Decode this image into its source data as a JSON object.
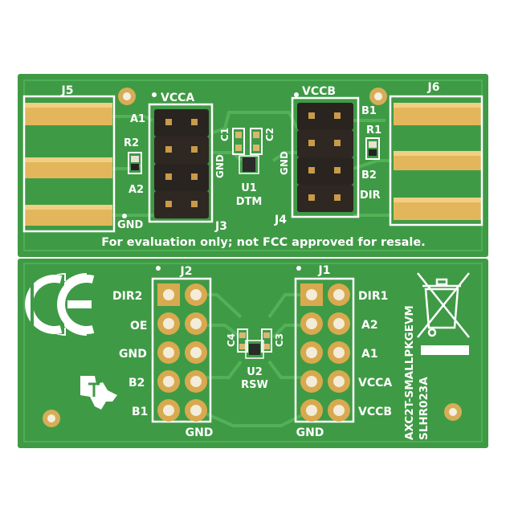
{
  "colors": {
    "board": "#3f9a45",
    "board_dark": "#2f7f36",
    "trace": "#4aa84f",
    "gold": "#e0b35a",
    "gold_dark": "#b98a36",
    "silkscreen": "#ffffff",
    "header": "#2a2420",
    "background": "#ffffff"
  },
  "icons": [
    "ce-mark-icon",
    "weee-bin-icon",
    "ti-logo-icon"
  ],
  "top_board": {
    "labels": {
      "j5": "J5",
      "j6": "J6",
      "vcca": "VCCA",
      "vccb": "VCCB",
      "a1": "A1",
      "r2": "R2",
      "a2": "A2",
      "gnd_left": "GND",
      "gnd_j3": "GND",
      "j3": "J3",
      "c1": "C1",
      "c2": "C2",
      "u1": "U1",
      "dtm": "DTM",
      "gnd_j4": "GND",
      "j4": "J4",
      "b1": "B1",
      "r1": "R1",
      "b2": "B2",
      "dir": "DIR"
    },
    "notice": "For evaluation only; not FCC approved for resale."
  },
  "bottom_board": {
    "labels": {
      "j2": "J2",
      "j1": "J1",
      "dir2": "DIR2",
      "oe": "OE",
      "gnd": "GND",
      "b2": "B2",
      "b1": "B1",
      "dir1": "DIR1",
      "a2": "A2",
      "a1": "A1",
      "vcca": "VCCA",
      "vccb": "VCCB",
      "c4": "C4",
      "c3": "C3",
      "u2": "U2",
      "rsw": "RSW",
      "gnd_j2_bottom": "GND",
      "gnd_j1_bottom": "GND"
    },
    "part_number": "AXC2T-SMALLPKGEVM",
    "doc_number": "SLHR023A"
  }
}
